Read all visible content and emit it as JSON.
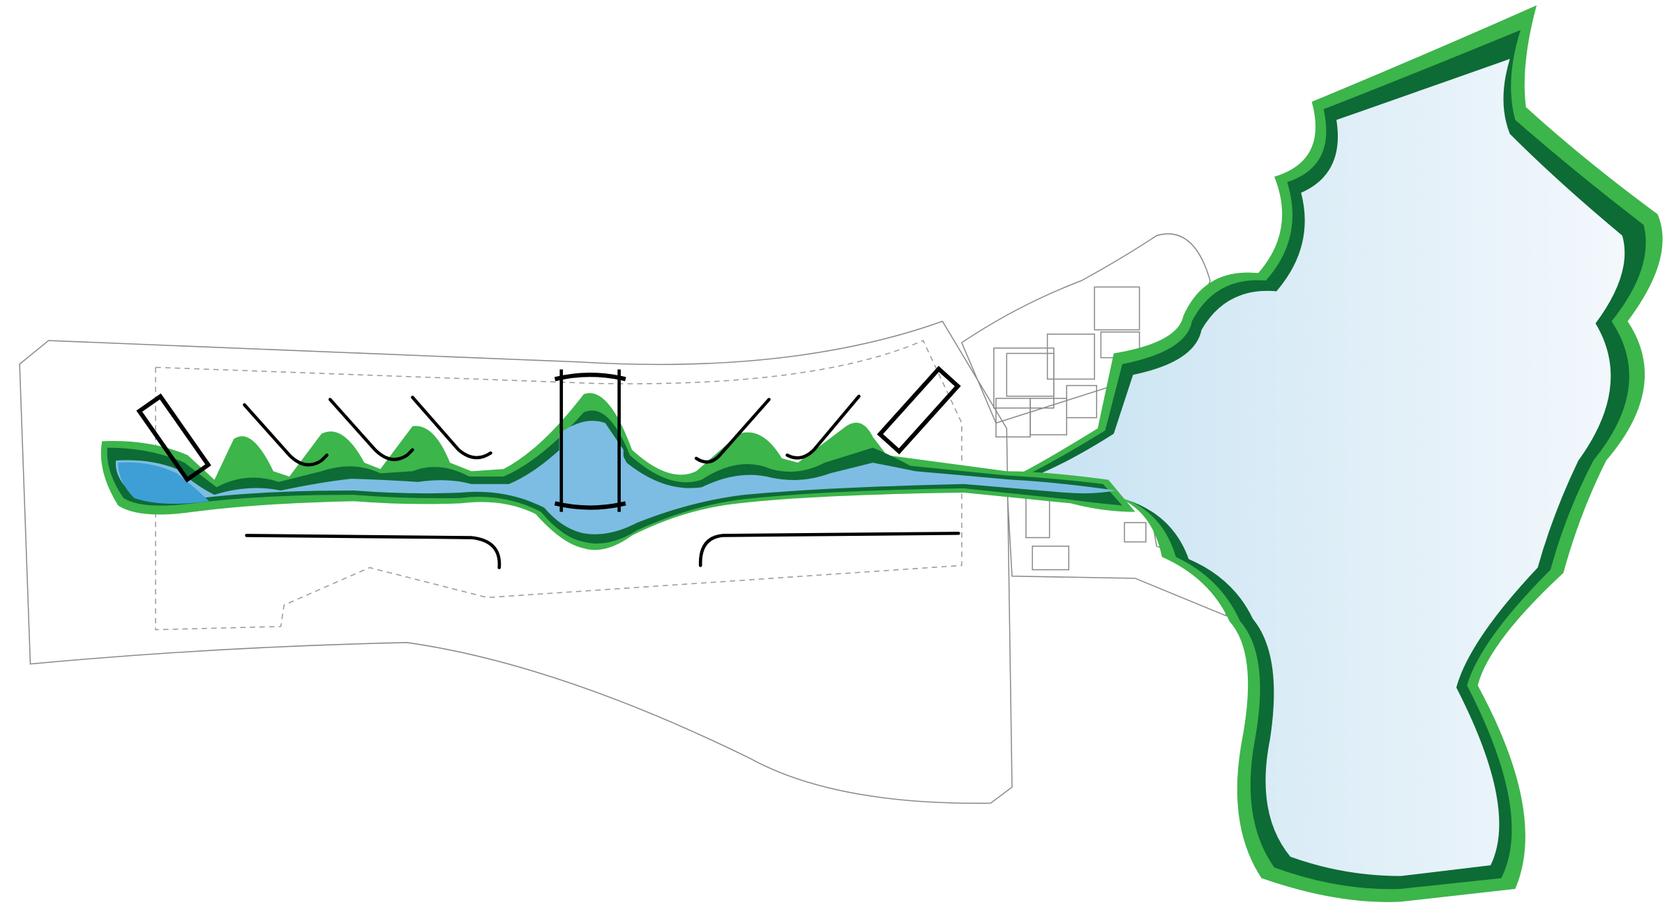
{
  "diagram": {
    "type": "site-plan",
    "colors": {
      "background": "#ffffff",
      "outline": "#8a8a8a",
      "dashed_boundary": "#9a9a9a",
      "green_light": "#3cb54a",
      "green_dark": "#0d6b35",
      "water_blue": "#3d9fd6",
      "water_blue_mid": "#7dbde3",
      "lake_left": "#c6e2f2",
      "lake_right": "#f3f8fc",
      "structure": "#000000"
    },
    "elements": [
      "site-boundary",
      "inner-dashed-boundary",
      "upper-parcel",
      "lower-parcel",
      "building-cluster",
      "channel-green-outer",
      "channel-green-inner",
      "channel-water",
      "lake",
      "pavilions",
      "footbridge",
      "boardwalks"
    ]
  }
}
